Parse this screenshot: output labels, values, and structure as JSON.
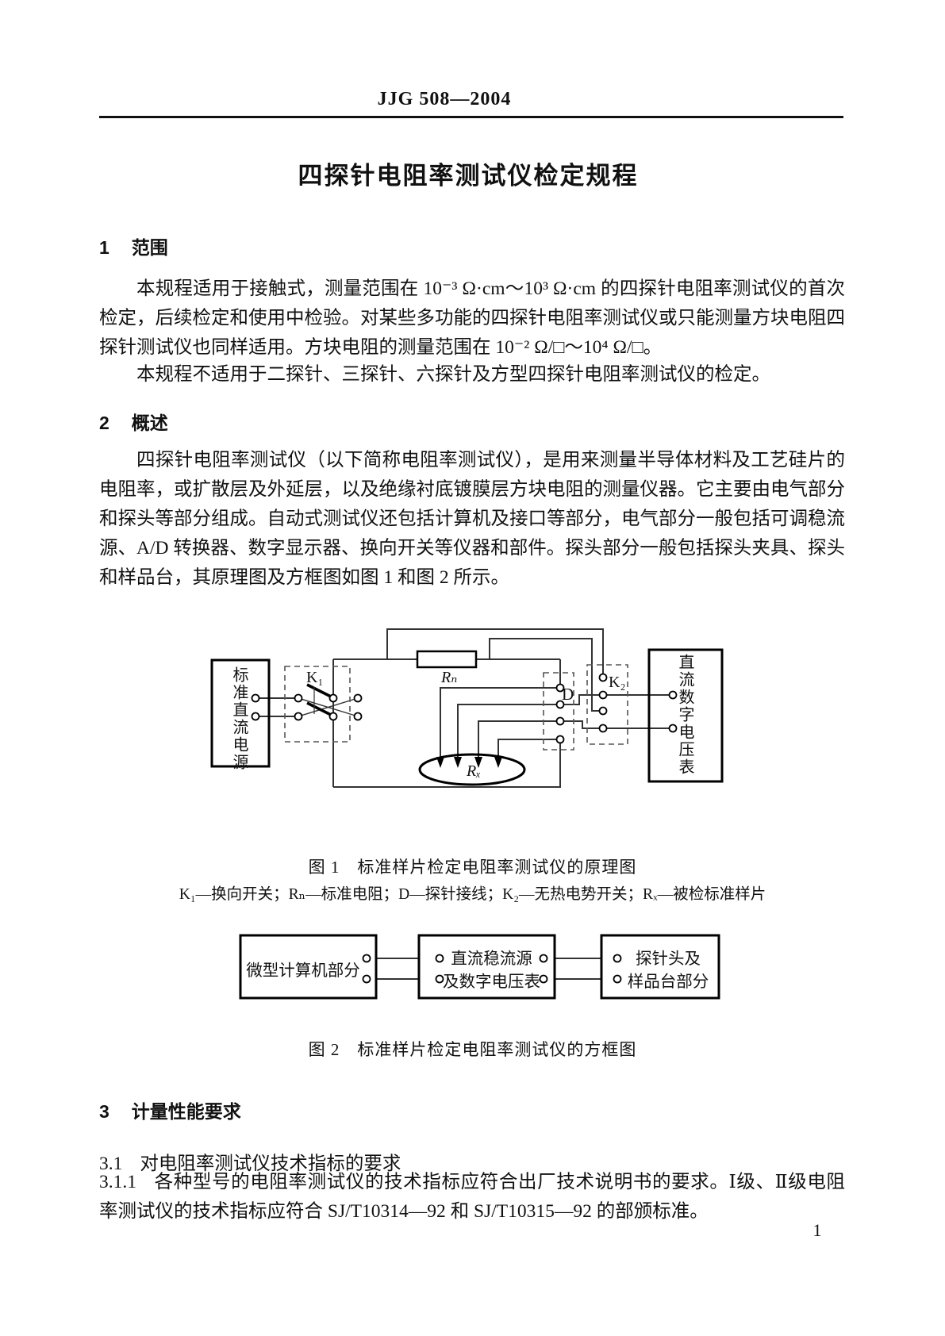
{
  "doc": {
    "header": "JJG 508—2004",
    "title": "四探针电阻率测试仪检定规程",
    "page_number": "1"
  },
  "section1": {
    "number": "1",
    "heading": "范围",
    "para1": "本规程适用于接触式，测量范围在 10⁻³ Ω·cm～10³ Ω·cm 的四探针电阻率测试仪的首次检定，后续检定和使用中检验。对某些多功能的四探针电阻率测试仪或只能测量方块电阻四探针测试仪也同样适用。方块电阻的测量范围在 10⁻² Ω/□～10⁴ Ω/□。",
    "para2": "本规程不适用于二探针、三探针、六探针及方型四探针电阻率测试仪的检定。"
  },
  "section2": {
    "number": "2",
    "heading": "概述",
    "para1": "四探针电阻率测试仪（以下简称电阻率测试仪），是用来测量半导体材料及工艺硅片的电阻率，或扩散层及外延层，以及绝缘衬底镀膜层方块电阻的测量仪器。它主要由电气部分和探头等部分组成。自动式测试仪还包括计算机及接口等部分，电气部分一般包括可调稳流源、A/D 转换器、数字显示器、换向开关等仪器和部件。探头部分一般包括探头夹具、探头和样品台，其原理图及方框图如图 1 和图 2 所示。"
  },
  "figure1": {
    "caption": "图 1　标准样片检定电阻率测试仪的原理图",
    "legend": "K₁—换向开关；Rₙ—标准电阻；D—探针接线；K₂—无热电势开关；Rₓ—被检标准样片",
    "labels": {
      "dc_source": "标准直流电源",
      "k1": "K₁",
      "rn": "Rₙ",
      "d": "D",
      "k2": "K₂",
      "voltmeter": "直流数字电压表",
      "rx": "Rₓ"
    }
  },
  "figure2": {
    "caption": "图 2　标准样片检定电阻率测试仪的方框图",
    "box_computer": "微型计算机部分",
    "box_source_line1": "直流稳流源",
    "box_source_line2": "及数字电压表",
    "box_probe_line1": "探针头及",
    "box_probe_line2": "样品台部分"
  },
  "section3": {
    "number": "3",
    "heading": "计量性能要求",
    "sub31_number": "3.1",
    "sub31_heading": "对电阻率测试仪技术指标的要求",
    "sub311_number": "3.1.1",
    "sub311_text": "各种型号的电阻率测试仪的技术指标应符合出厂技术说明书的要求。Ⅰ级、Ⅱ级电阻率测试仪的技术指标应符合 SJ/T10314—92 和 SJ/T10315—92 的部颁标准。"
  }
}
